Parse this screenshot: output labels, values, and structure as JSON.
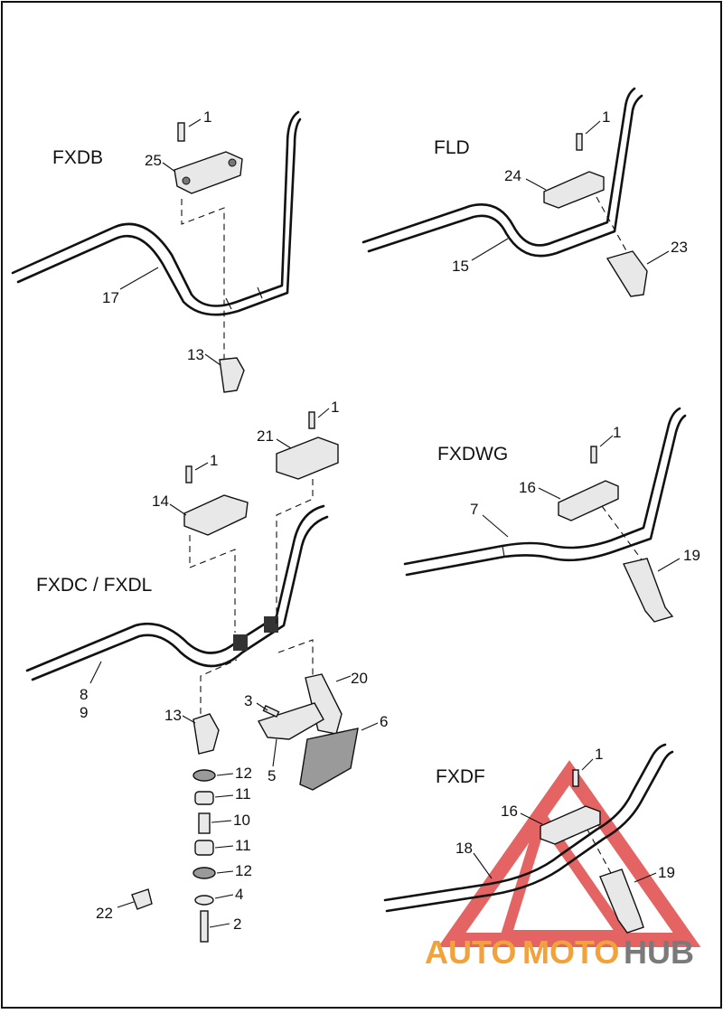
{
  "diagram": {
    "models": {
      "fxdb": "FXDB",
      "fld": "FLD",
      "fxdwg": "FXDWG",
      "fxdc": "FXDC / FXDL",
      "fxdf": "FXDF"
    },
    "callouts": {
      "fxdb_screw": "1",
      "fxdb_clamp": "25",
      "fxdb_bar": "17",
      "fxdb_riser": "13",
      "fld_screw": "1",
      "fld_clamp": "24",
      "fld_bar": "15",
      "fld_riser": "23",
      "fxdc_screw_a": "1",
      "fxdc_clamp_a": "21",
      "fxdc_screw_b": "1",
      "fxdc_clamp_b": "14",
      "fxdc_bar_a": "8",
      "fxdc_bar_b": "9",
      "fxdc_riser": "13",
      "fxdc_riser_20": "20",
      "fxdc_screw_3": "3",
      "fxdc_bracket": "5",
      "fxdc_cover": "6",
      "fxdc_washer_12a": "12",
      "fxdc_bushing_11a": "11",
      "fxdc_sleeve": "10",
      "fxdc_bushing_11b": "11",
      "fxdc_washer_12b": "12",
      "fxdc_washer_4": "4",
      "fxdc_bolt": "2",
      "fxdc_clip": "22",
      "fxdwg_screw": "1",
      "fxdwg_clamp": "16",
      "fxdwg_bar": "7",
      "fxdwg_riser": "19",
      "fxdf_screw": "1",
      "fxdf_clamp": "16",
      "fxdf_bar": "18",
      "fxdf_riser": "19"
    },
    "watermark": {
      "word_a": "AUTO",
      "word_b": "MOTO",
      "word_c": "HUB"
    },
    "colors": {
      "line": "#111111",
      "watermark_red": "#e04a4a",
      "watermark_orange": "#f2a23a",
      "watermark_gray": "#7a7a7a"
    }
  }
}
